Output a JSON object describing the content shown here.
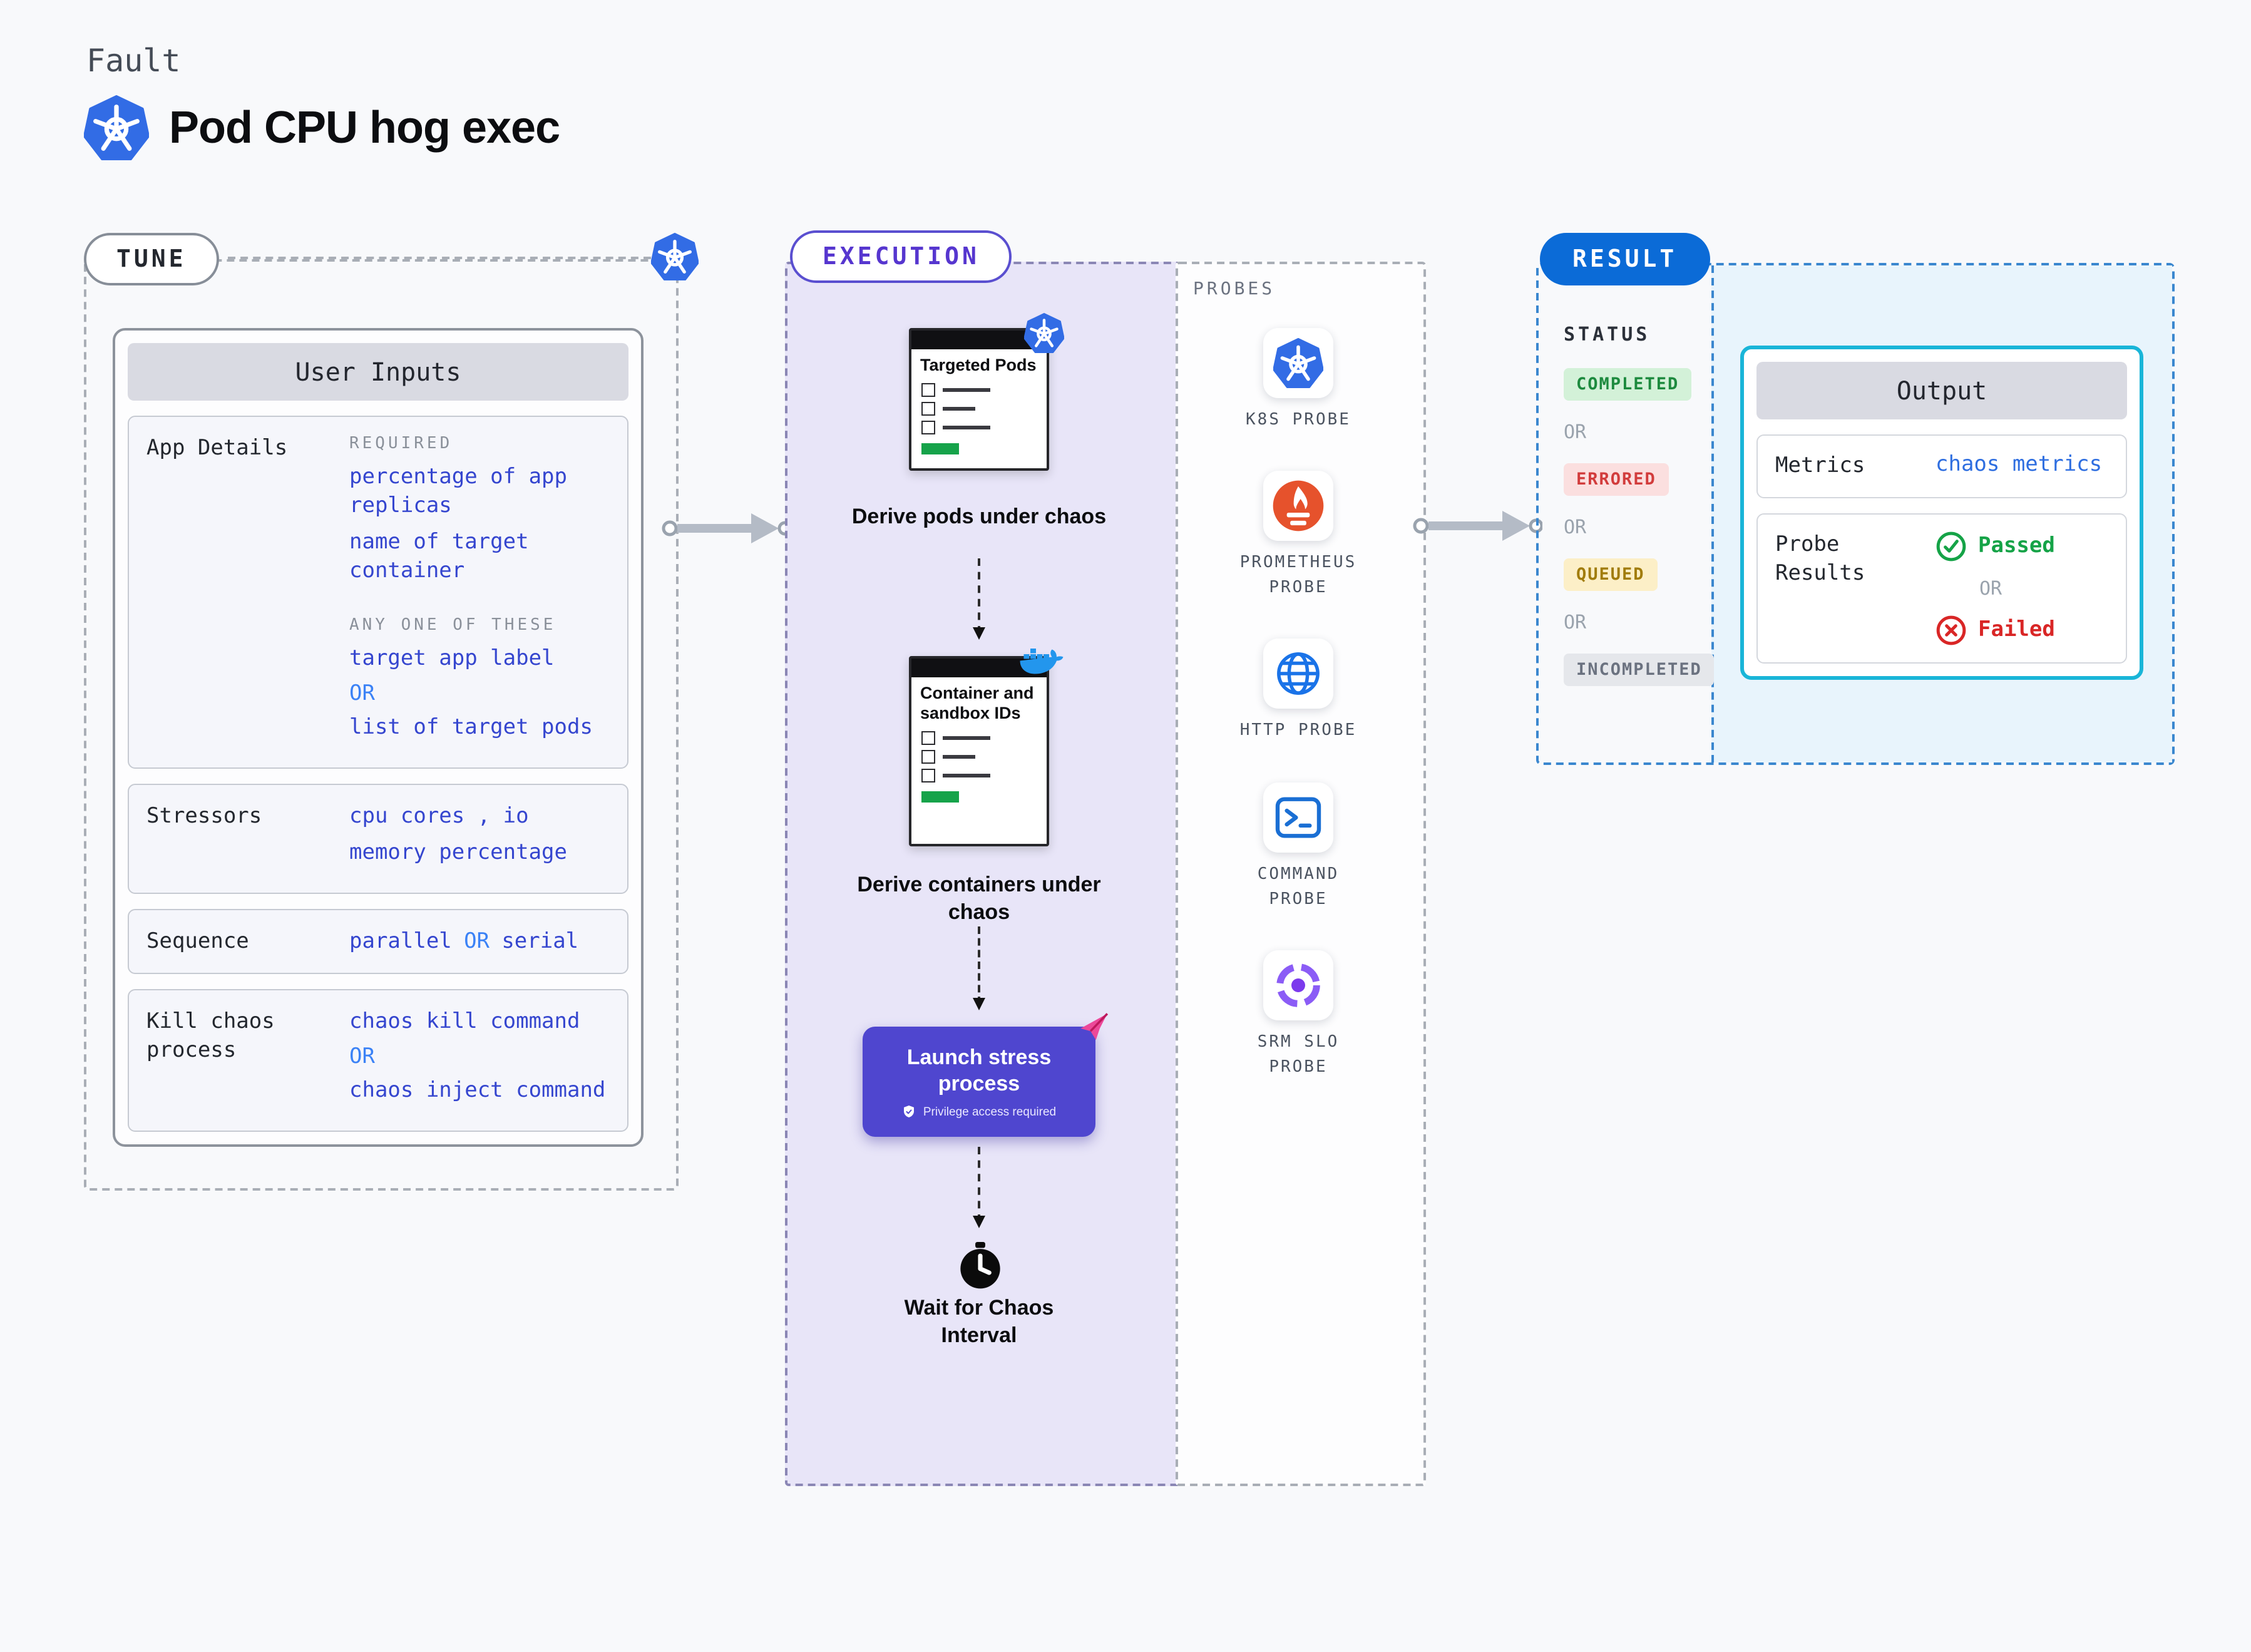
{
  "colors": {
    "k8s_blue": "#326ce5",
    "value_blue": "#3546cf",
    "or_blue": "#3b82f6",
    "execution_purple": "#5636cf",
    "button_purple": "#4f46cf",
    "result_blue": "#0b6bd7",
    "output_border_cyan": "#19b5d8",
    "prometheus_orange": "#e6522c",
    "passed_green": "#15a347",
    "failed_red": "#d92626"
  },
  "header": {
    "kicker": "Fault",
    "title": "Pod CPU hog exec",
    "logo_icon": "kubernetes-icon"
  },
  "tune": {
    "label": "TUNE",
    "corner_icon": "kubernetes-icon",
    "card": {
      "header": "User Inputs",
      "app_details": {
        "label": "App Details",
        "required_heading": "REQUIRED",
        "required_items": [
          "percentage of app replicas",
          "name of target container"
        ],
        "any_heading": "ANY ONE OF THESE",
        "any_first": "target app label",
        "or": "OR",
        "any_second": "list of target pods"
      },
      "stressors": {
        "label": "Stressors",
        "line1": "cpu cores , io",
        "line2": "memory percentage"
      },
      "sequence": {
        "label": "Sequence",
        "first": "parallel",
        "or": "OR",
        "second": "serial"
      },
      "kill_chaos": {
        "label": "Kill chaos process",
        "first": "chaos kill command",
        "or": "OR",
        "second": "chaos inject command"
      }
    }
  },
  "execution": {
    "label": "EXECUTION",
    "steps": [
      {
        "doc_title": "Targeted Pods",
        "badge_icon": "kubernetes-icon",
        "caption": "Derive pods under chaos"
      },
      {
        "doc_title": "Container and sandbox IDs",
        "badge_icon": "docker-icon",
        "caption": "Derive containers under chaos"
      },
      {
        "button_label": "Launch stress process",
        "button_note": "Privilege access required",
        "corner_icon": "chaos-icon"
      },
      {
        "icon": "clock-icon",
        "caption": "Wait for Chaos Interval"
      }
    ]
  },
  "probes": {
    "label": "PROBES",
    "items": [
      {
        "label": "K8S PROBE",
        "icon": "kubernetes-icon"
      },
      {
        "label": "PROMETHEUS PROBE",
        "icon": "prometheus-icon"
      },
      {
        "label": "HTTP PROBE",
        "icon": "globe-icon"
      },
      {
        "label": "COMMAND PROBE",
        "icon": "terminal-icon"
      },
      {
        "label": "SRM SLO PROBE",
        "icon": "gauge-icon"
      }
    ]
  },
  "result": {
    "label": "RESULT",
    "status_heading": "STATUS",
    "statuses": [
      "COMPLETED",
      "ERRORED",
      "QUEUED",
      "INCOMPLETED"
    ],
    "or": "OR",
    "output": {
      "header": "Output",
      "metrics_label": "Metrics",
      "metrics_value": "chaos metrics",
      "probe_label": "Probe Results",
      "passed": "Passed",
      "or": "OR",
      "failed": "Failed"
    }
  }
}
